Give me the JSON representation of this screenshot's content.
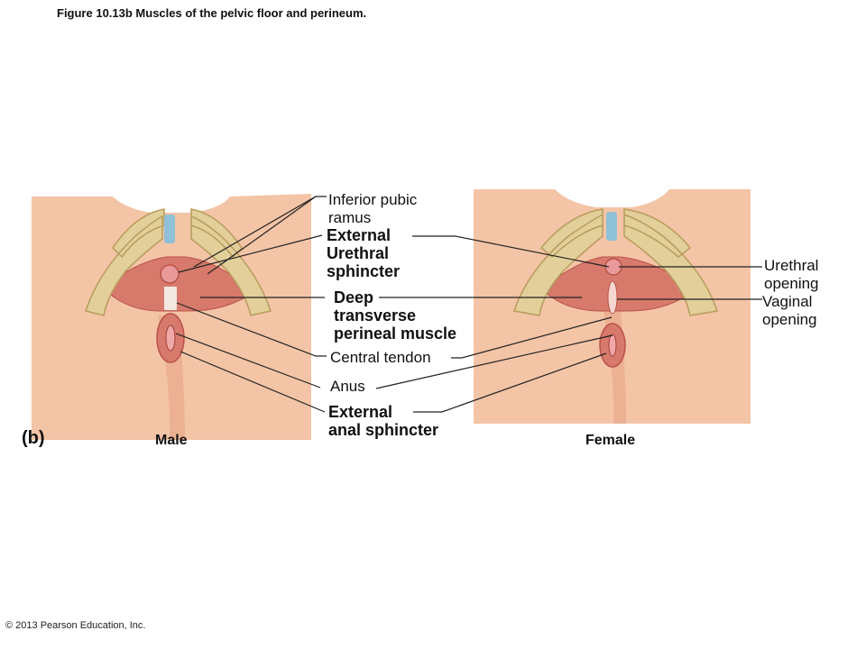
{
  "figure": {
    "caption": "Figure 10.13b  Muscles of the pelvic floor and perineum.",
    "panel_letter": "(b)",
    "copyright": "© 2013 Pearson Education, Inc."
  },
  "views": {
    "male": "Male",
    "female": "Female"
  },
  "labels": {
    "inferior_pubic_ramus": "Inferior pubic\nramus",
    "external_urethral_sphincter": "External\nUrethral\nsphincter",
    "deep_transverse_perineal_muscle": "Deep\ntransverse\nperineal muscle",
    "central_tendon": "Central tendon",
    "anus": "Anus",
    "external_anal_sphincter": "External\nanal sphincter",
    "urethral_opening": "Urethral\nopening",
    "vaginal_opening": "Vaginal\nopening"
  },
  "colors": {
    "skin": "#f4c4a6",
    "skin_shadow": "#e8a98a",
    "bone": "#e2cf9a",
    "bone_edge": "#b89c5c",
    "muscle": "#d77a6c",
    "muscle_dark": "#b85248",
    "cartilage": "#8ec1d8",
    "tendon": "#f2e8e0",
    "leader_line": "#222222"
  }
}
